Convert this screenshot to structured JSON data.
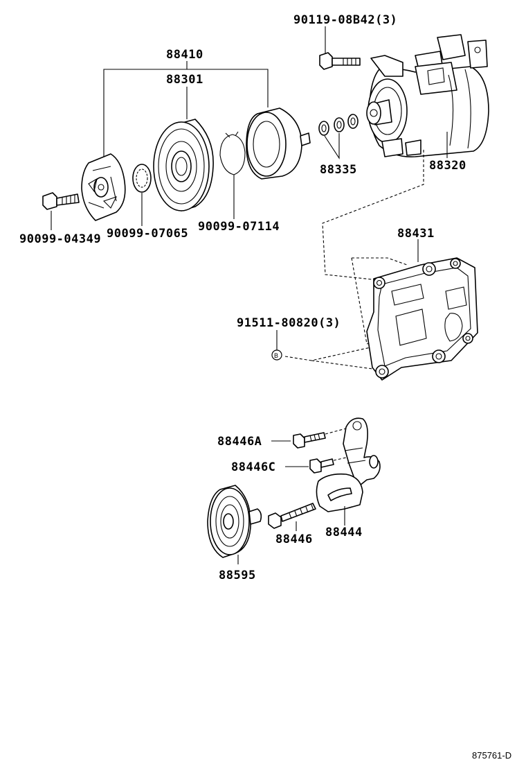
{
  "labels": {
    "compressor_clutch_kit": "88410",
    "clutch_pulley": "88301",
    "bolt_top": "90119-08B42(3)",
    "compressor": "88320",
    "shims": "88335",
    "hub_bolt": "90099-04349",
    "clutch_shim": "90099-07065",
    "snap_ring": "90099-07114",
    "bracket": "88431",
    "stud_bolt": "91511-80820(3)",
    "ref_mark": "B",
    "bolt_a": "88446A",
    "bolt_c": "88446C",
    "adjust_bolt": "88446",
    "idler_bracket": "88444",
    "idler_pulley": "88595"
  },
  "footer": {
    "code": "875761-D"
  }
}
